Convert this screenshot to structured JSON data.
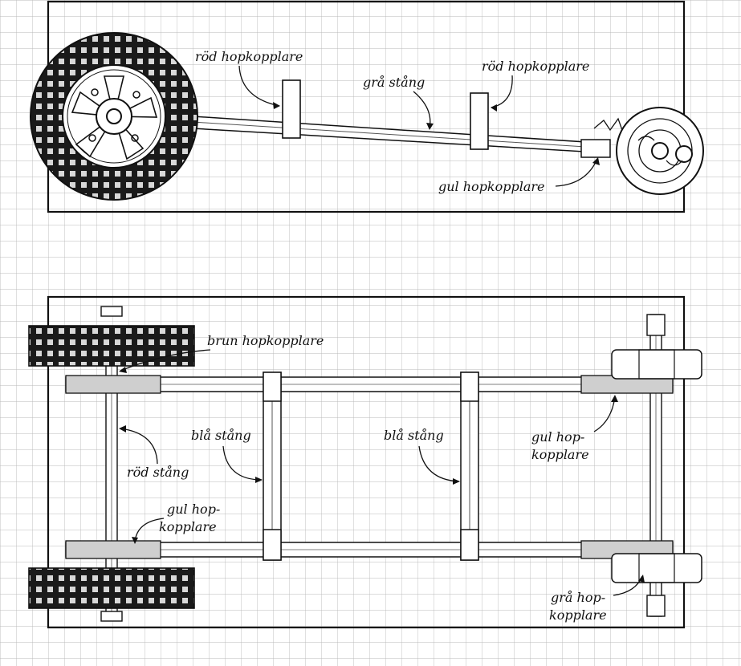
{
  "top_view": {
    "labels": {
      "red_coupler_left": "röd hopkopplare",
      "red_coupler_right": "röd hopkopplare",
      "grey_rod": "grå stång",
      "yellow_coupler": "gul hopkopplare"
    }
  },
  "bottom_view": {
    "labels": {
      "brown_coupler": "brun hopkopplare",
      "blue_rod_left": "blå stång",
      "blue_rod_right": "blå stång",
      "red_rod": "röd stång",
      "yellow_coupler_left_1": "gul hop-",
      "yellow_coupler_left_2": "kopplare",
      "yellow_coupler_right_1": "gul hop-",
      "yellow_coupler_right_2": "kopplare",
      "grey_coupler_1": "grå hop-",
      "grey_coupler_2": "kopplare"
    }
  },
  "colors": {
    "ink": "#111111",
    "grid": "#b9b9b9",
    "tire": "#1a1a1a",
    "paper": "#ffffff"
  }
}
